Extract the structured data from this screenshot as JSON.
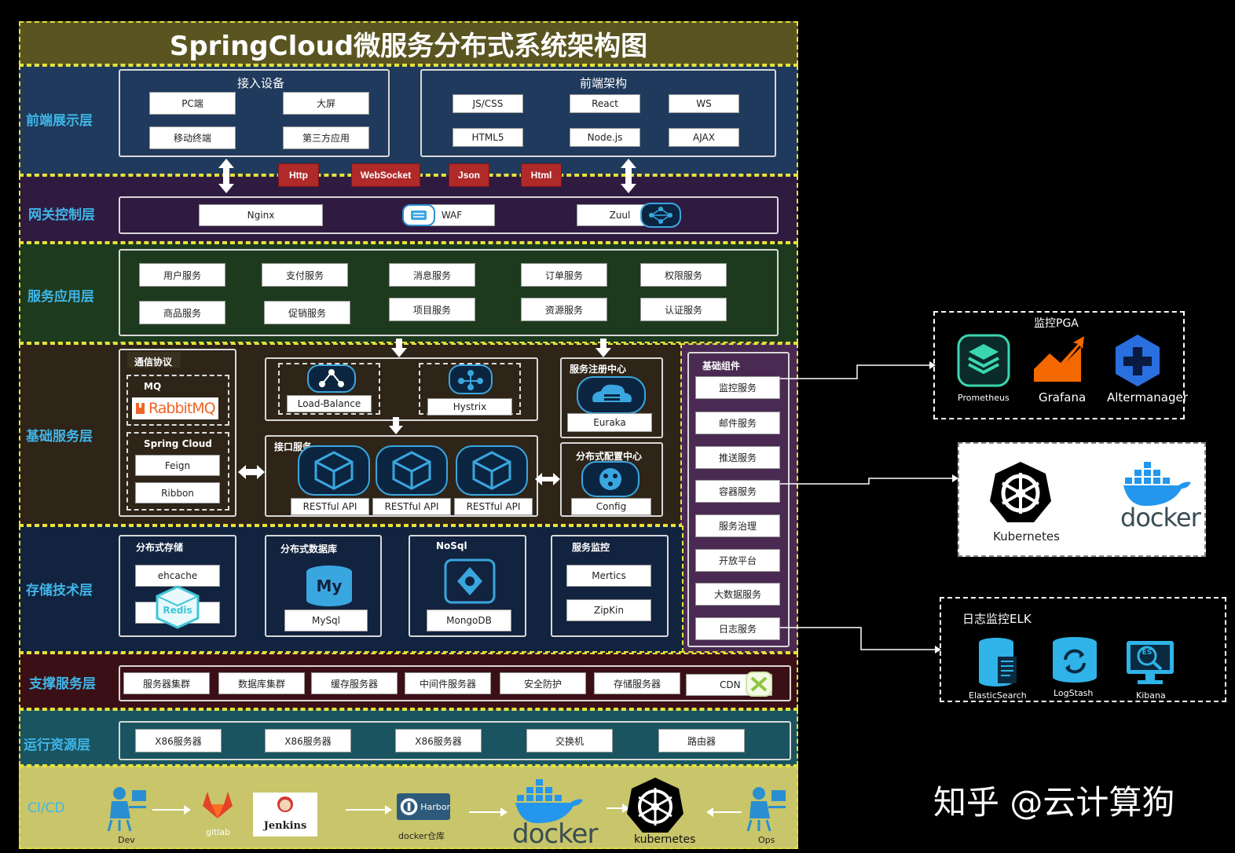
{
  "title": "SpringCloud微服务分布式系统架构图",
  "layers": {
    "frontend": "前端展示层",
    "gateway": "网关控制层",
    "service": "服务应用层",
    "base": "基础服务层",
    "storage": "存储技术层",
    "support": "支撑服务层",
    "runtime": "运行资源层",
    "cicd": "CI/CD"
  },
  "frontend": {
    "devices_title": "接入设备",
    "devices": [
      "PC端",
      "大屏",
      "移动终端",
      "第三方应用"
    ],
    "arch_title": "前端架构",
    "arch": [
      "JS/CSS",
      "React",
      "WS",
      "HTML5",
      "Node.js",
      "AJAX"
    ]
  },
  "protocols": [
    "Http",
    "WebSocket",
    "Json",
    "Html"
  ],
  "gateway": [
    "Nginx",
    "WAF",
    "Zuul"
  ],
  "services": [
    "用户服务",
    "支付服务",
    "消息服务",
    "订单服务",
    "权限服务",
    "商品服务",
    "促销服务",
    "项目服务",
    "资源服务",
    "认证服务"
  ],
  "base": {
    "comm_title": "通信协议",
    "mq_title": "MQ",
    "rabbitmq": "RabbitMQ",
    "sc_title": "Spring Cloud",
    "feign": "Feign",
    "ribbon": "Ribbon",
    "load_balance": "Load-Balance",
    "hystrix": "Hystrix",
    "api_title": "接口服务",
    "restful": [
      "RESTful API",
      "RESTful API",
      "RESTful API"
    ],
    "registry_title": "服务注册中心",
    "euraka": "Euraka",
    "config_title": "分布式配置中心",
    "config": "Config"
  },
  "components": {
    "title": "基础组件",
    "items": [
      "监控服务",
      "邮件服务",
      "推送服务",
      "容器服务",
      "服务治理",
      "开放平台",
      "大数据服务",
      "日志服务"
    ]
  },
  "storage": {
    "dist_title": "分布式存储",
    "ehcache": "ehcache",
    "redis": "Redis",
    "db_title": "分布式数据库",
    "mysql": "MySql",
    "mysql_logo": "My",
    "nosql_title": "NoSql",
    "mongodb": "MongoDB",
    "monitor_title": "服务监控",
    "monitor": [
      "Mertics",
      "ZipKin"
    ]
  },
  "support": [
    "服务器集群",
    "数据库集群",
    "缓存服务器",
    "中间件服务器",
    "安全防护",
    "存储服务器",
    "CDN"
  ],
  "runtime": [
    "X86服务器",
    "X86服务器",
    "X86服务器",
    "交换机",
    "路由器"
  ],
  "cicd": {
    "dev": "Dev",
    "gitlab": "gitlab",
    "jenkins": "Jenkins",
    "harbor": "Harbor",
    "harbor_label": "docker仓库",
    "docker": "docker",
    "kubernetes": "kubernetes",
    "ops": "Ops"
  },
  "right": {
    "pga_title": "监控PGA",
    "pga": [
      "Prometheus",
      "Grafana",
      "Altermanager"
    ],
    "k8s": "Kubernetes",
    "docker": "docker",
    "elk_title": "日志监控ELK",
    "elk": [
      "ElasticSearch",
      "LogStash",
      "Kibana"
    ],
    "kibana_badge": "ES"
  },
  "watermark": "知乎 @云计算狗",
  "colors": {
    "band_border": "#e6e23a",
    "layer_label": "#3fb6e8",
    "protocol_bg": "#b02a2a",
    "frontend_bg": "#1f3a5c",
    "gateway_bg": "#2f1a40",
    "service_bg": "#1e3a1e",
    "base_bg": "#2e2418",
    "storage_bg": "#12233f",
    "support_bg": "#3a1016",
    "runtime_bg": "#1a5460",
    "cicd_bg": "#c8c56a",
    "components_bg": "#4a2a52"
  }
}
